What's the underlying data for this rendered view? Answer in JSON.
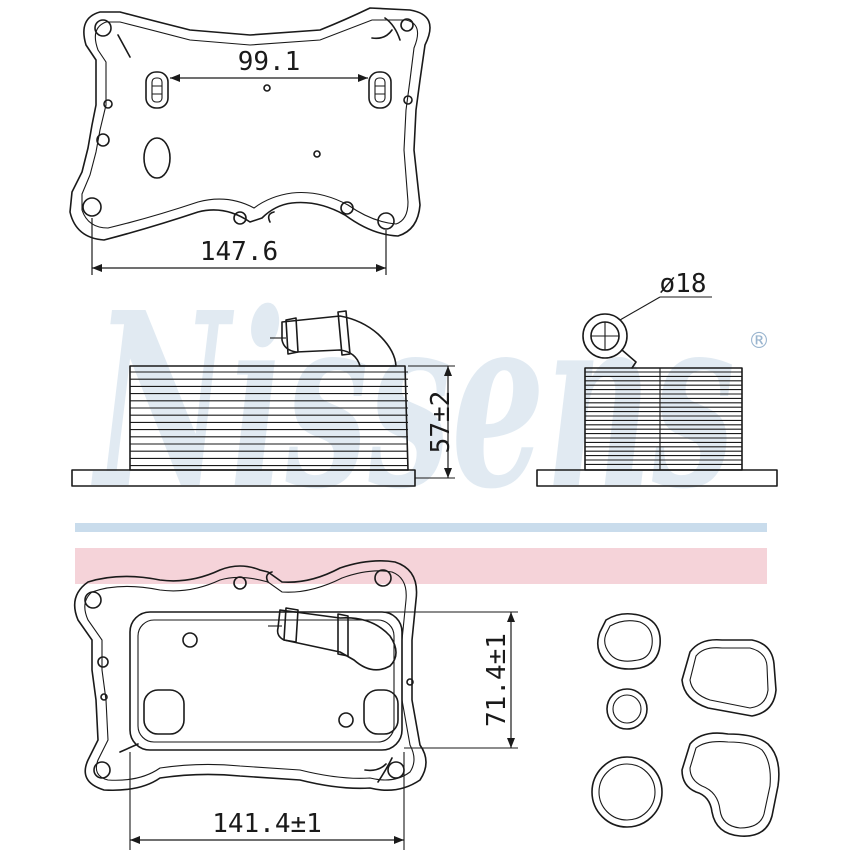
{
  "watermark": {
    "brand": "Nissens",
    "registered_mark": "®"
  },
  "colors": {
    "line": "#1a1a1a",
    "stripe_blue": "#c9dcec",
    "stripe_red": "#f5d3d9",
    "watermark": "#7aa5c9"
  },
  "dimensions": {
    "top_bolt_spacing": "99.1",
    "top_width": "147.6",
    "port_diameter": "ø18",
    "side_height": "57±2",
    "bottom_height": "71.4±1",
    "bottom_width": "141.4±1"
  }
}
